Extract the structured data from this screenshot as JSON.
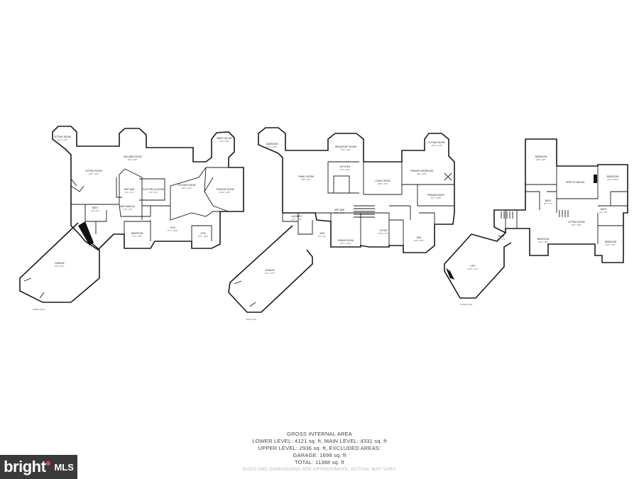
{
  "plans": [
    {
      "id": "lower",
      "caption": "LOWER LEVEL",
      "rooms": [
        {
          "name": "SITTING ROOM",
          "dims": "11'4\" x 14'5\""
        },
        {
          "name": "BILLIARD ROOM",
          "dims": "18'6\" x 18'7\""
        },
        {
          "name": "WINE CELLAR",
          "dims": "11'8\" x 9'10\""
        },
        {
          "name": "SITTING ROOM",
          "dims": "19'6\" x 21'8\""
        },
        {
          "name": "WET BAR",
          "dims": "12'0\" x 8'4\""
        },
        {
          "name": "ELECTRICAL ROOM",
          "dims": "11'0\" x 8'1\""
        },
        {
          "name": "KITCHEN ROOM",
          "dims": "19'4\" x 12'6\""
        },
        {
          "name": "THEATRE ROOM",
          "dims": "20'10\" x 19'0\""
        },
        {
          "name": "BATH",
          "dims": "9'0\" x 6'4\""
        },
        {
          "name": "MECHANICAL",
          "dims": "15'2\" x 8'4\""
        },
        {
          "name": "BEDROOM",
          "dims": "14'3\" x 13'8\""
        },
        {
          "name": "GYM",
          "dims": "17'4\" x 14'8\""
        },
        {
          "name": "GYM",
          "dims": "10'4\" x 13'5\""
        },
        {
          "name": "GARAGE",
          "dims": "36'0\" x 25'1\""
        }
      ]
    },
    {
      "id": "main",
      "caption": "MAIN LEVEL",
      "rooms": [
        {
          "name": "SUNROOM",
          "dims": "13'4\" x 13'3\""
        },
        {
          "name": "BREAKFAST ROOM",
          "dims": "13'9\" x 11'8\""
        },
        {
          "name": "SITTING ROOM",
          "dims": "10'11\" x 11'8\""
        },
        {
          "name": "FAMILY ROOM",
          "dims": "19'8\" x 22'0\""
        },
        {
          "name": "KITCHEN",
          "dims": "16'7\" x 20'6\""
        },
        {
          "name": "LIVING ROOM",
          "dims": "28'8\" x 21'8\""
        },
        {
          "name": "PRIMARY BEDROOM",
          "dims": "23'9\" x 16'5\""
        },
        {
          "name": "PRIMARY BATH",
          "dims": "16'7\" x 13'8\""
        },
        {
          "name": "LAUNDRY",
          "dims": "10'7\" x 12'3\""
        },
        {
          "name": "WET BAR",
          "dims": "12'0\" x 10'7\""
        },
        {
          "name": "MUD",
          "dims": "9'0\" x 6'0\""
        },
        {
          "name": "DINING ROOM",
          "dims": "16'7\" x 13'10\""
        },
        {
          "name": "FOYER",
          "dims": "13'8\" x 17'5\""
        },
        {
          "name": "DEN",
          "dims": "13'8\" x 15'0\""
        },
        {
          "name": "GARAGE",
          "dims": "36'1\" x 27'4\""
        }
      ]
    },
    {
      "id": "upper",
      "caption": "UPPER LEVEL",
      "rooms": [
        {
          "name": "BEDROOM",
          "dims": "12'8\" x 19'3\""
        },
        {
          "name": "BEDROOM",
          "dims": "13'9\" x 16'10\""
        },
        {
          "name": "OPEN TO BELOW",
          "dims": ""
        },
        {
          "name": "BATH",
          "dims": "10'0\" x 7'4\""
        },
        {
          "name": "BATH",
          "dims": "9'1\" x 9'8\""
        },
        {
          "name": "SITTING ROOM",
          "dims": "24'0\" x 18'6\""
        },
        {
          "name": "BEDROOM",
          "dims": "15'5\" x 13'5\""
        },
        {
          "name": "BEDROOM",
          "dims": "13'8\" x 13'0\""
        },
        {
          "name": "BATH",
          "dims": "8'0\" x 8'4\""
        },
        {
          "name": "LOFT",
          "dims": "16'10\" x 20'1\""
        }
      ]
    }
  ],
  "area": {
    "heading": "GROSS INTERNAL AREA",
    "line1": "LOWER LEVEL: 4121 sq. ft, MAIN LEVEL: 4331 sq. ft",
    "line2": "UPPER LEVEL: 2936 sq. ft, EXCLUDED AREAS:",
    "line3": "GARAGE: 1698 sq. ft",
    "line4": "TOTAL: 11388 sq. ft",
    "disclaimer": "SIZES AND DIMENSIONS ARE APPROXIMATE, ACTUAL MAY VARY."
  },
  "logo": {
    "word1": "bright",
    "word2": "MLS",
    "accent": "#e5493a",
    "bg": "#3a3a3a"
  }
}
